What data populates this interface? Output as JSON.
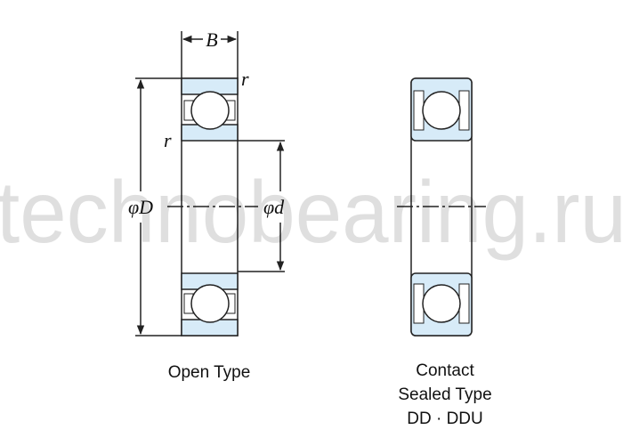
{
  "watermark": "technobearing.ru",
  "open_type": {
    "caption": "Open Type",
    "labels": {
      "width": "B",
      "radius_outer": "r",
      "radius_inner": "r",
      "outer_diameter": "φD",
      "bore_diameter": "φd"
    }
  },
  "sealed_type": {
    "caption_lines": [
      "Contact",
      "Sealed Type",
      "DD · DDU"
    ]
  },
  "colors": {
    "ring_fill": "#d7ebf8",
    "line": "#222222"
  }
}
